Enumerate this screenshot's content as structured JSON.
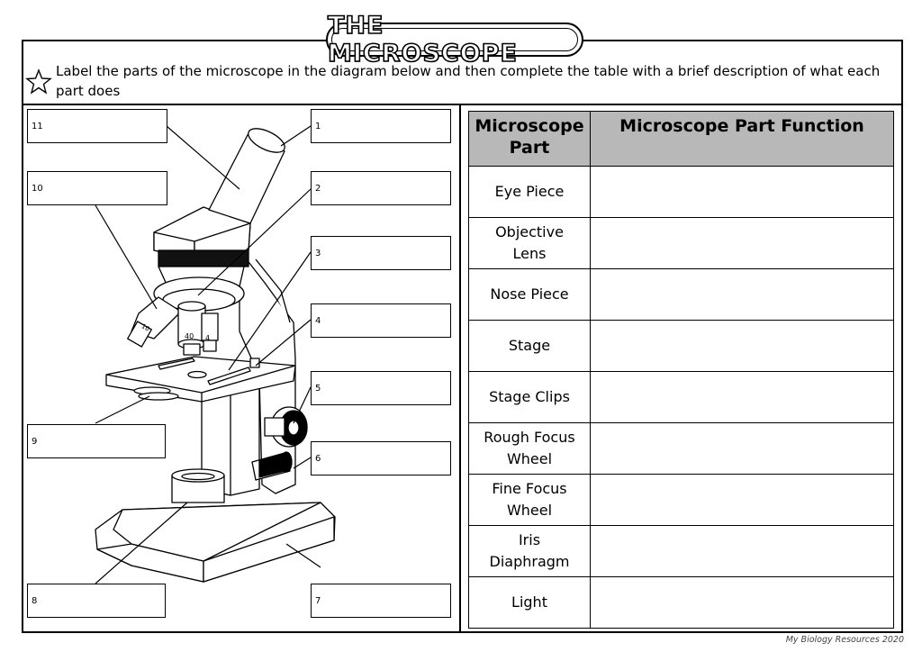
{
  "title": "THE MICROSCOPE",
  "instructions": "Label the parts of the microscope in the diagram below and then complete the table with a brief description of what each part does",
  "label_numbers": [
    "1",
    "2",
    "3",
    "4",
    "5",
    "6",
    "7",
    "8",
    "9",
    "10",
    "11"
  ],
  "lens_markings": {
    "low": "10",
    "mid": "40",
    "high": "4"
  },
  "table": {
    "headers": [
      "Microscope Part",
      "Microscope Part Function"
    ],
    "rows": [
      "Eye Piece",
      "Objective Lens",
      "Nose Piece",
      "Stage",
      "Stage Clips",
      "Rough Focus Wheel",
      "Fine Focus Wheel",
      "Iris Diaphragm",
      "Light"
    ]
  },
  "credit": "My Biology Resources 2020",
  "colors": {
    "header_fill": "#b8b8b8"
  },
  "icons": {
    "bullet": "star-icon"
  }
}
